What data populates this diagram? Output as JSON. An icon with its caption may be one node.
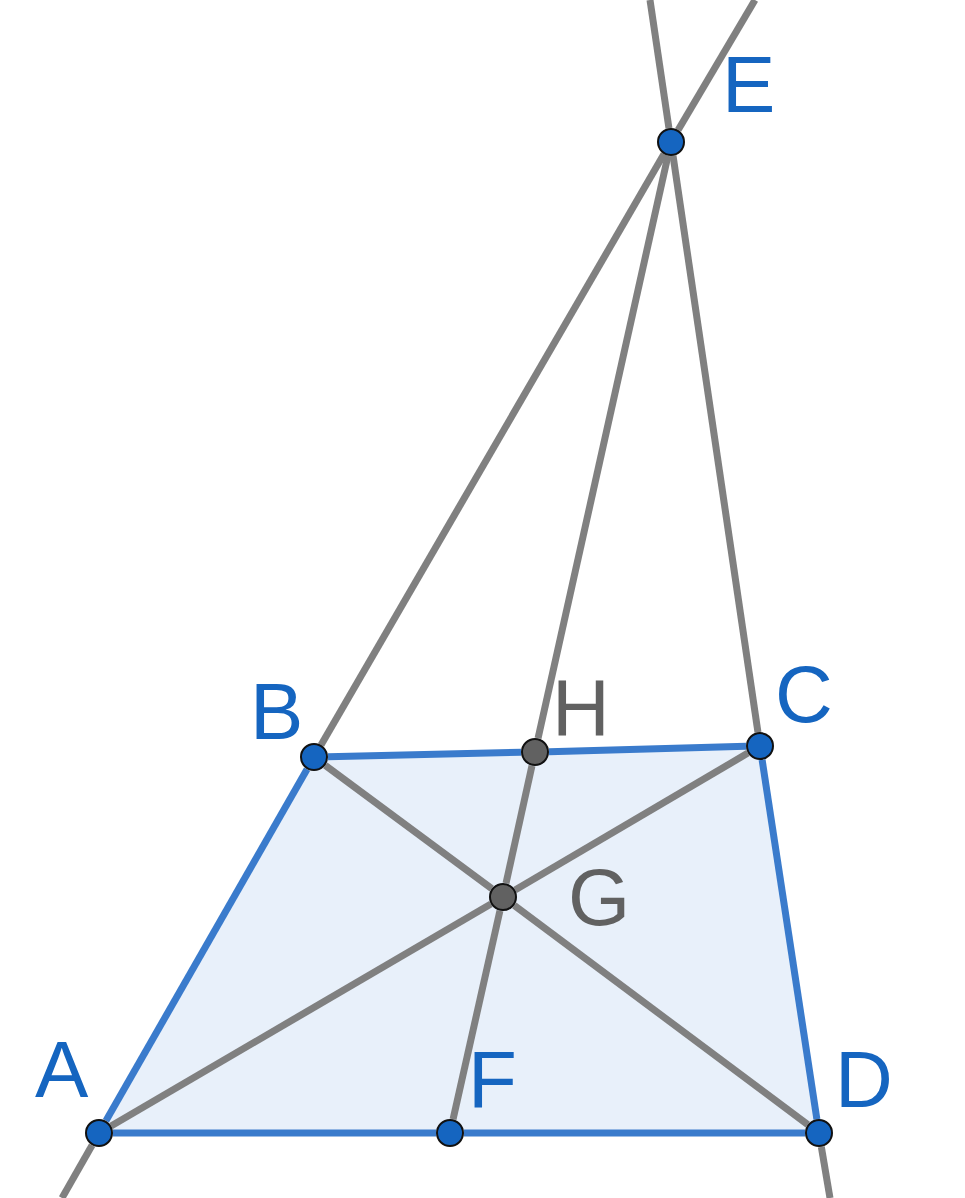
{
  "diagram": {
    "nodes": [
      {
        "text": [
          "A"
        ]
      },
      {
        "text": [
          "B"
        ]
      },
      {
        "text": [
          "C"
        ]
      },
      {
        "text": [
          "D"
        ]
      },
      {
        "text": [
          "E"
        ]
      },
      {
        "text": [
          "F"
        ]
      },
      {
        "text": [
          "G"
        ]
      },
      {
        "text": [
          "H"
        ]
      }
    ],
    "edges": [
      {
        "from": 0,
        "to": 1,
        "arrow": "none",
        "color": "#3a7bcc"
      },
      {
        "from": 1,
        "to": 4,
        "arrow": "none"
      },
      {
        "from": null,
        "to": 0,
        "arrow": "none"
      },
      {
        "from": 4,
        "to": null,
        "arrow": "none"
      },
      {
        "from": 2,
        "to": 3,
        "arrow": "none",
        "color": "#3a7bcc"
      },
      {
        "from": 4,
        "to": 2,
        "arrow": "none"
      },
      {
        "from": 3,
        "to": null,
        "arrow": "none"
      },
      {
        "from": null,
        "to": 4,
        "arrow": "none"
      },
      {
        "from": 1,
        "to": 7,
        "arrow": "none",
        "color": "#3a7bcc"
      },
      {
        "from": 7,
        "to": 2,
        "arrow": "none",
        "color": "#3a7bcc"
      },
      {
        "from": 0,
        "to": 5,
        "arrow": "none",
        "color": "#3a7bcc"
      },
      {
        "from": 5,
        "to": 3,
        "arrow": "none",
        "color": "#3a7bcc"
      },
      {
        "from": 4,
        "to": 7,
        "arrow": "none"
      },
      {
        "from": 7,
        "to": 6,
        "arrow": "none"
      },
      {
        "from": 6,
        "to": 5,
        "arrow": "none"
      },
      {
        "from": 0,
        "to": 6,
        "arrow": "none"
      },
      {
        "from": 6,
        "to": 2,
        "arrow": "none"
      },
      {
        "from": 1,
        "to": 6,
        "arrow": "none"
      },
      {
        "from": 6,
        "to": 3,
        "arrow": "none"
      }
    ]
  }
}
